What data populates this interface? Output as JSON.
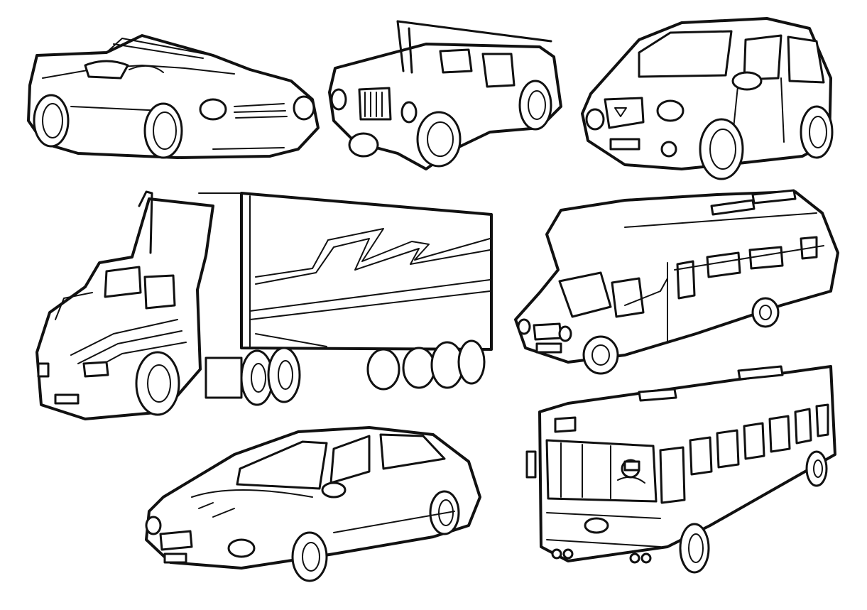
{
  "page": {
    "background_color": "#ffffff",
    "line_color": "#111111"
  },
  "vehicles": [
    {
      "name": "convertible-car"
    },
    {
      "name": "jeep"
    },
    {
      "name": "suv"
    },
    {
      "name": "semi-truck"
    },
    {
      "name": "camper-rv"
    },
    {
      "name": "sedan"
    },
    {
      "name": "city-bus"
    }
  ]
}
